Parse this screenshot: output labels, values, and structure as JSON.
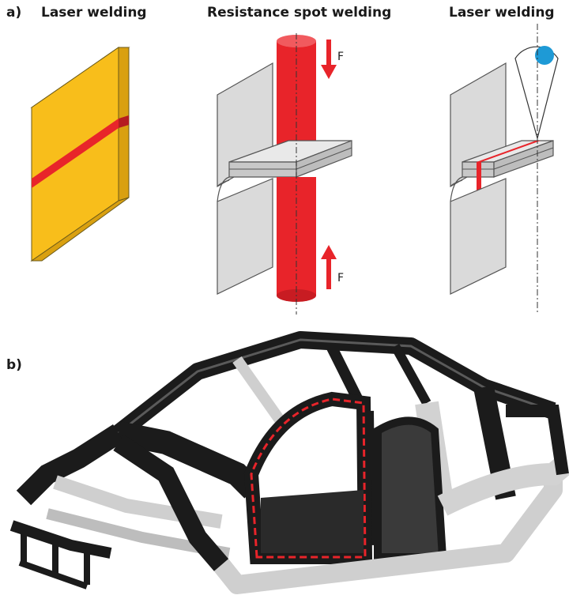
{
  "part_a": {
    "label": "a)",
    "titles": [
      "Laser welding",
      "Resistance spot welding",
      "Laser welding"
    ],
    "force_label": "F"
  },
  "part_b": {
    "label": "b)"
  },
  "colors": {
    "weld": "#e8252a",
    "blank": "#f8be1b",
    "sheet": "#dcdcdc",
    "laser_spot": "#1e9ad6",
    "body_dark": "#1b1b1b",
    "body_light": "#d2d2d2"
  }
}
